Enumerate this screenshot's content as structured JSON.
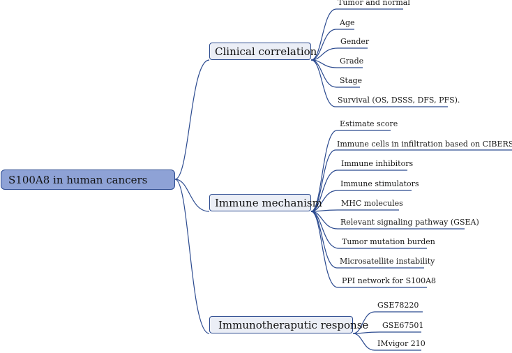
{
  "root": {
    "label": "S100A8 in human cancers"
  },
  "branches": [
    {
      "label": "Clinical correlation",
      "leaves": [
        "Tumor and normal",
        "Age",
        "Gender",
        "Grade",
        "Stage",
        "Survival (OS, DSSS, DFS, PFS)."
      ]
    },
    {
      "label": "Immune mechanism",
      "leaves": [
        "Estimate score",
        "Immune cells in infiltration based on CIBERSORT",
        "Immune inhibitors",
        "Immune stimulators",
        "MHC molecules",
        "Relevant signaling pathway (GSEA)",
        "Tumor mutation burden",
        "Microsatellite instability",
        "PPI network for S100A8"
      ]
    },
    {
      "label": "Immunotheraputic response",
      "leaves": [
        "GSE78220",
        "GSE67501",
        "IMvigor 210"
      ]
    }
  ],
  "colors": {
    "line": "#2b4a8f",
    "root_fill": "#8ea2d6",
    "branch_fill": "#ebeef6"
  }
}
